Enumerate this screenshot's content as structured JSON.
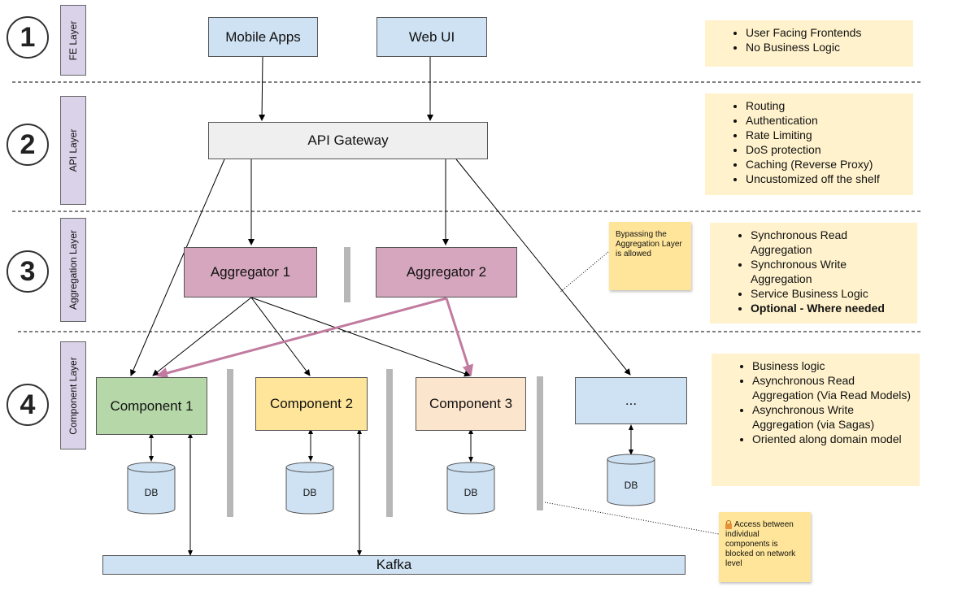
{
  "layers": [
    {
      "number": "1",
      "tag": "FE Layer"
    },
    {
      "number": "2",
      "tag": "API Layer"
    },
    {
      "number": "3",
      "tag": "Aggregation Layer"
    },
    {
      "number": "4",
      "tag": "Component  Layer"
    }
  ],
  "nodes": {
    "mobile_apps": "Mobile Apps",
    "web_ui": "Web UI",
    "api_gateway": "API Gateway",
    "aggregator_1": "Aggregator 1",
    "aggregator_2": "Aggregator 2",
    "component_1": "Component 1",
    "component_2": "Component 2",
    "component_3": "Component 3",
    "component_more": "...",
    "db": "DB",
    "kafka": "Kafka"
  },
  "notes": {
    "fe": [
      "User Facing Frontends",
      "No Business Logic"
    ],
    "api": [
      "Routing",
      "Authentication",
      "Rate Limiting",
      "DoS protection",
      "Caching (Reverse Proxy)",
      "Uncustomized off the shelf"
    ],
    "aggregation": [
      "Synchronous Read Aggregation",
      "Synchronous Write Aggregation",
      "Service Business Logic"
    ],
    "aggregation_bold": "Optional - Where needed",
    "component": [
      "Business logic",
      "Asynchronous Read Aggregation (Via Read Models)",
      "Asynchronous Write Aggregation (via Sagas)",
      "Oriented along domain model"
    ]
  },
  "stickies": {
    "bypass": "Bypassing the Aggregation Layer is allowed",
    "access": "Access between individual components is blocked on network level"
  },
  "colors": {
    "highlight_arrow": "#c27ba0"
  }
}
